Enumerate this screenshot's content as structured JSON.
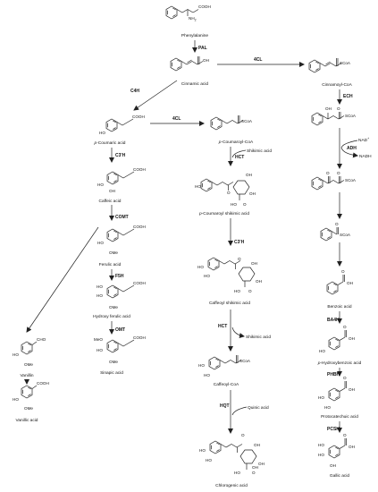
{
  "compounds": {
    "phenylalanine": "Phenylalanine",
    "cinnamic": "Cinnamic acid",
    "cinnamoyl_coa": "Cinnamoyl-CoA",
    "p_coumaric_prefix": "p",
    "p_coumaric_rest": "-Coumaric acid",
    "p_coumaroyl_coa_prefix": "p",
    "p_coumaroyl_coa_rest": "-Coumaroyl-CoA",
    "caffeic": "Caffeic acid",
    "p_coumaroyl_shikimic_prefix": "p",
    "p_coumaroyl_shikimic_rest": "-Coumaroyl shikimic acid",
    "ferulic": "Ferulic acid",
    "caffeoyl_shikimic": "Caffeoyl shikimic acid",
    "hydroxy_ferulic": "Hydroxy ferulic acid",
    "vanillin": "Vanillin",
    "vanillic": "Vanillic acid",
    "sinapic": "Sinapic acid",
    "caffeoyl_coa": "Caffeoyl-CoA",
    "chlorogenic": "Chlorogenic acid",
    "benzoic": "Benzoic acid",
    "p_hydroxybenzoic_prefix": "p",
    "p_hydroxybenzoic_rest": "-Hydroxybenzoic acid",
    "protocatechuic": "Protocatechuic acid",
    "gallic": "Gallic acid"
  },
  "enzymes": {
    "pal": "PAL",
    "c4h": "C4H",
    "4cl_top": "4CL",
    "4cl_mid": "4CL",
    "c3h_left": "C3'H",
    "hct_top": "HCT",
    "comt": "COMT",
    "c3h_mid": "C3'H",
    "f5h": "F5H",
    "omt": "OMT",
    "hct_mid": "HCT",
    "hqt": "HQT",
    "ech": "ECH",
    "adh": "ADH",
    "ba4h": "BA4H",
    "phbh": "PHBH",
    "pcsh": "PCSH"
  },
  "cofactors": {
    "shikimic_in": "Shikimic acid",
    "shikimic_out": "Shikimic acid",
    "quinic_in": "Quinic acid",
    "nad": "NAD",
    "nad_sup": "+",
    "nadh": "NADH"
  },
  "groups": {
    "cooh": "COOH",
    "oh": "OH",
    "ho": "HO",
    "nh2": "NH",
    "nh2_sub": "2",
    "o": "O",
    "scoa": "SCoA",
    "ome": "OMe",
    "meo": "MeO",
    "cho": "CHO"
  }
}
